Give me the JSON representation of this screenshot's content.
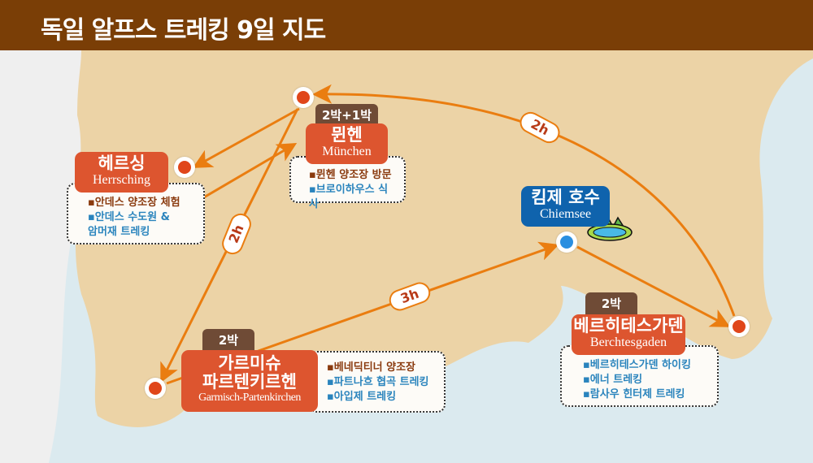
{
  "header": {
    "title": "독일 알프스 트레킹 9일 지도"
  },
  "places": {
    "munich": {
      "ko": "뮌헨",
      "en": "München",
      "stay": "2박+1박",
      "items": [
        "▪뮌헨 양조장 방문",
        "▪브로이하우스 식사"
      ]
    },
    "herrsching": {
      "ko": "헤르싱",
      "en": "Herrsching",
      "items": [
        "▪안데스 양조장 체험",
        "▪안데스 수도원 &",
        "암머재 트레킹"
      ]
    },
    "garmisch": {
      "ko1": "가르미슈",
      "ko2": "파르텐키르헨",
      "en": "Garmisch-Partenkirchen",
      "stay": "2박",
      "items": [
        "▪베네딕티너 양조장",
        "▪파트나흐 협곡 트레킹",
        "▪아입제 트레킹"
      ]
    },
    "chiemsee": {
      "ko": "킴제 호수",
      "en": "Chiemsee"
    },
    "berchtesgaden": {
      "ko": "베르히테스가덴",
      "en": "Berchtesgaden",
      "stay": "2박",
      "items": [
        "▪베르히테스가덴 하이킹",
        "▪에너 트레킹",
        "▪람사우 힌터제 트레킹"
      ]
    }
  },
  "routes": {
    "munich_garmisch": "2h",
    "garmisch_chiemsee": "3h",
    "berchtesgaden_munich": "2h"
  },
  "colors": {
    "header": "#7a3e06",
    "land": "#ecd3a6",
    "water": "#dbeaef",
    "route": "#ea7d10",
    "label": "#dd552f"
  }
}
